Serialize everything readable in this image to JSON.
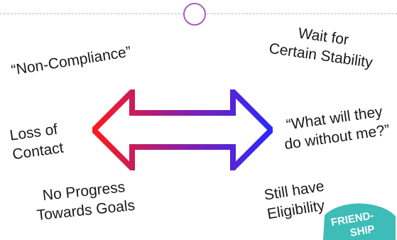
{
  "decor": {
    "line_color": "#c9a6d9",
    "ring_color": "#a65cc3"
  },
  "labels": {
    "non_compliance": "“Non-Compliance”",
    "loss_contact": [
      "Loss of",
      "Contact"
    ],
    "no_progress": [
      "No Progress",
      "Towards Goals"
    ],
    "wait_stability": [
      "Wait for",
      "Certain Stability"
    ],
    "what_without": [
      "“What will they",
      "do without me?”"
    ],
    "still_eligible": [
      "Still have",
      "Eligibility"
    ]
  },
  "arrow": {
    "icon": "double-headed-arrow-icon",
    "gradient": [
      "#ff1a1a",
      "#8a1fa8",
      "#2a2aff"
    ]
  },
  "badge": {
    "icon": "friendship-badge-icon",
    "lines": [
      "FRIEND-",
      "SHIP"
    ],
    "color": "#3dbcb8"
  }
}
